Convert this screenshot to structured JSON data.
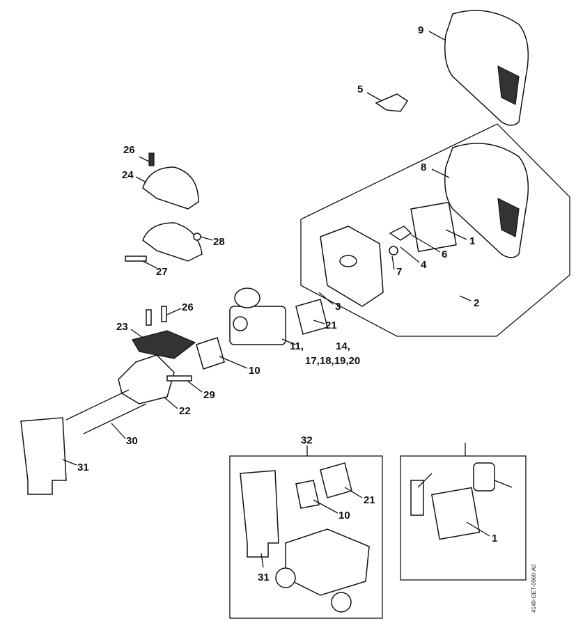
{
  "diagram_code": "4140-GET-0060-A0",
  "labels": {
    "p9": "9",
    "p5": "5",
    "p26a": "26",
    "p24": "24",
    "p8": "8",
    "p1a": "1",
    "p6": "6",
    "p4": "4",
    "p7": "7",
    "p28": "28",
    "p27": "27",
    "p3": "3",
    "p2": "2",
    "p26b": "26",
    "p21a": "21",
    "p23": "23",
    "p11": "11,",
    "p14": "14,",
    "p17_20": "17,18,19,20",
    "p10a": "10",
    "p29": "29",
    "p22": "22",
    "p30": "30",
    "p31a": "31",
    "p32": "32",
    "p21b": "21",
    "p10b": "10",
    "p31b": "31",
    "p1b": "1"
  }
}
